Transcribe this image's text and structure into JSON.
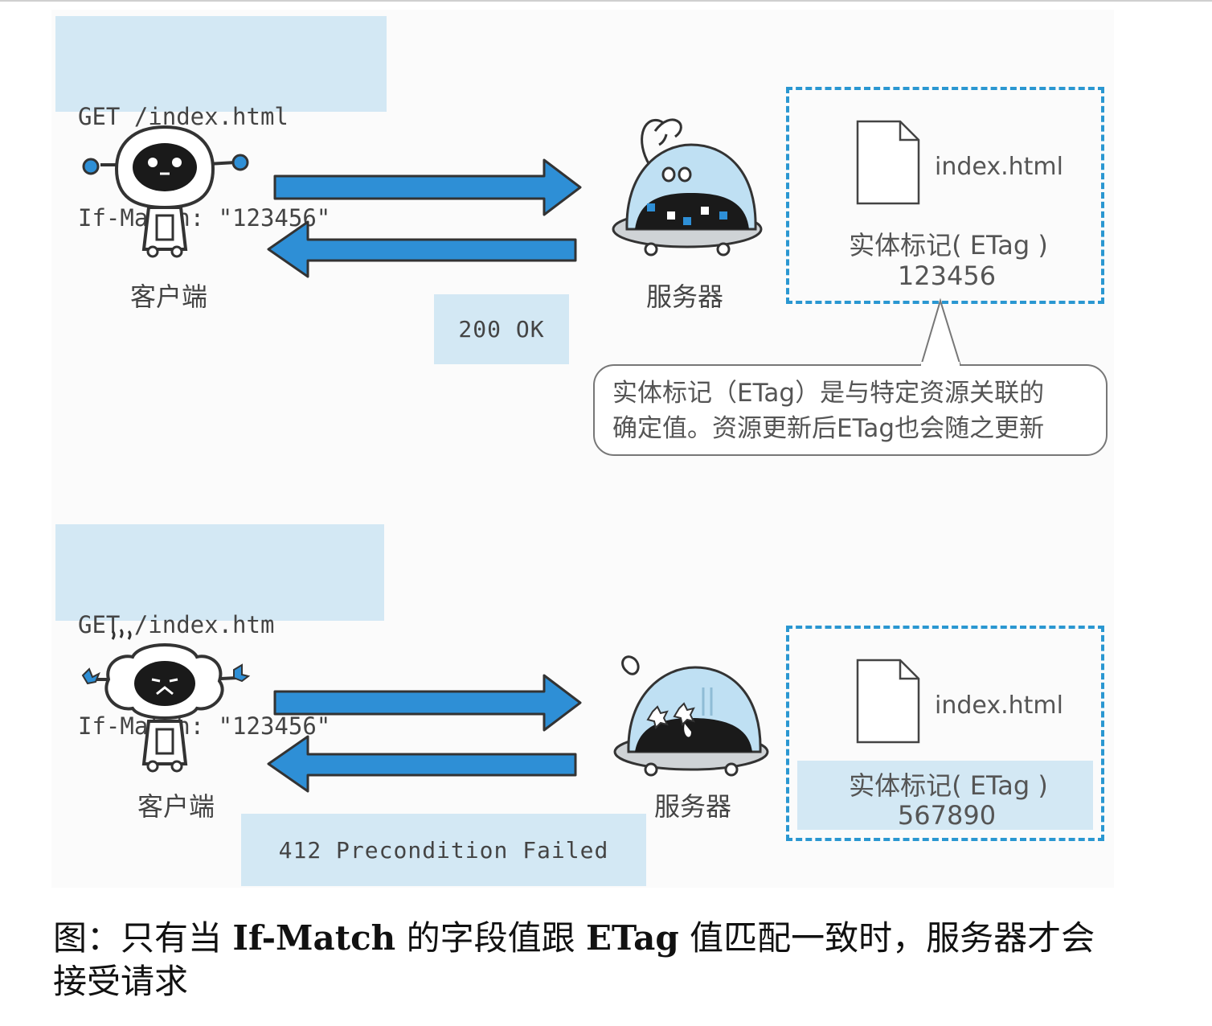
{
  "scenario1": {
    "request_line1": "GET /index.html",
    "request_line2": "If-Match: \"123456\"",
    "client_label": "客户端",
    "server_label": "服务器",
    "response": "200 OK",
    "file_name": "index.html",
    "etag_label": "实体标记( ETag )",
    "etag_value": "123456",
    "note_line1": "实体标记（ETag）是与特定资源关联的",
    "note_line2": "确定值。资源更新后ETag也会随之更新"
  },
  "scenario2": {
    "request_line1": "GET /index.htm",
    "request_line2": "If-Match: \"123456\"",
    "client_label": "客户端",
    "server_label": "服务器",
    "response": "412 Precondition Failed",
    "file_name": "index.html",
    "etag_label": "实体标记( ETag )",
    "etag_value": "567890"
  },
  "caption": {
    "part1": "图：只有当 ",
    "bold1": "If-Match",
    "part2": " 的字段值跟 ",
    "bold2": "ETag",
    "part3": " 值匹配一致时，服务器才会接受请求"
  },
  "colors": {
    "arrow": "#2e8fd6",
    "request_bg": "#d3e8f4",
    "dashed_border": "#2a97d1"
  }
}
